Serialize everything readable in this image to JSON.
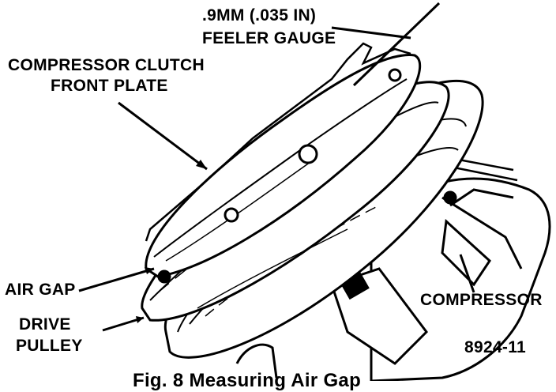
{
  "labels": {
    "feeler_gauge_line1": ".9MM (.035 IN)",
    "feeler_gauge_line2": "FEELER GAUGE",
    "front_plate_line1": "COMPRESSOR CLUTCH",
    "front_plate_line2": "FRONT PLATE",
    "air_gap": "AIR GAP",
    "drive_pulley_line1": "DRIVE",
    "drive_pulley_line2": "PULLEY",
    "compressor": "COMPRESSOR",
    "figure_number": "8924-11",
    "caption_fragment": "Fig. 8  Measuring Air Gap"
  }
}
